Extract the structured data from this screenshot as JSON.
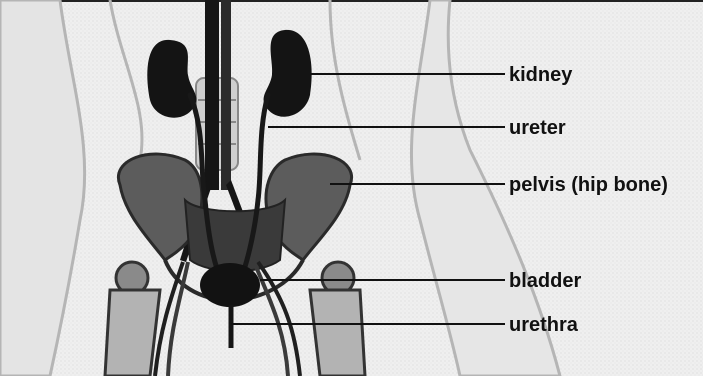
{
  "diagram": {
    "labels": {
      "kidney": "kidney",
      "ureter": "ureter",
      "pelvis": "pelvis (hip bone)",
      "bladder": "bladder",
      "urethra": "urethra"
    },
    "colors": {
      "organ": "#141414",
      "bone": "#6f6f6f",
      "bone_light": "#d9d9d9",
      "body_outline": "#bcbcbc",
      "background": "#f4f4f4",
      "leader_line": "#111111"
    }
  }
}
